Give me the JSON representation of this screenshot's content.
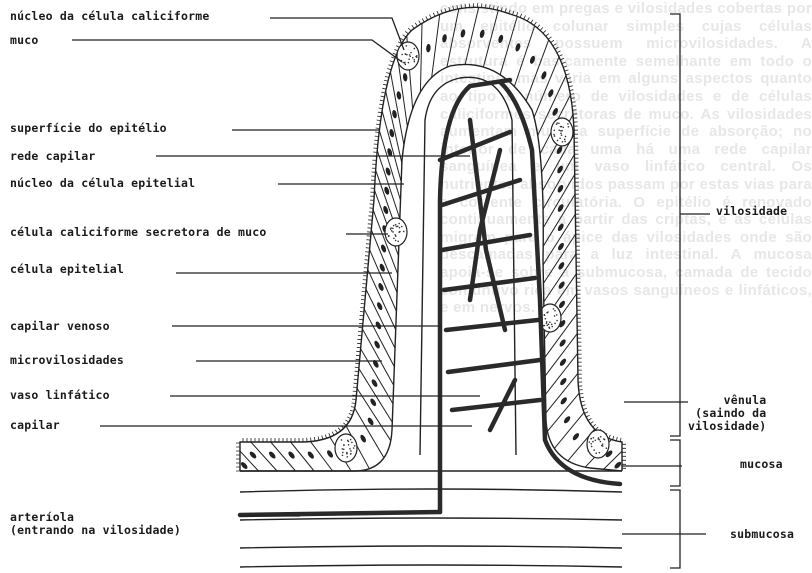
{
  "background_text": "consistindo em pregas e vilosidades cobertas por um epitélio colunar simples cujas células absorventes possuem microvilosidades. A estrutura é basicamente semelhante em todo o intestino, mas varia em alguns aspectos quanto ao tipo e número de vilosidades e de células caliciformes secretoras de muco. As vilosidades aumentam muito a superfície de absorção; no interior de cada uma há uma rede capilar sanguínea e um vaso linfático central. Os nutrientes absorvidos passam por estas vias para a corrente circulatória. O epitélio é renovado continuamente a partir das criptas, e as células migram para o ápice das vilosidades onde são descamadas para a luz intestinal. A mucosa apoia-se sobre a submucosa, camada de tecido conjuntivo rica em vasos sanguíneos e linfáticos, e em nervos.",
  "labels_left": [
    {
      "id": "nucleo-calice",
      "text": "núcleo da célula caliciforme"
    },
    {
      "id": "muco",
      "text": "muco"
    },
    {
      "id": "superficie",
      "text": "superfície do epitélio"
    },
    {
      "id": "rede-capilar",
      "text": "rede capilar"
    },
    {
      "id": "nucleo-epitelial",
      "text": "núcleo da célula epitelial"
    },
    {
      "id": "calice-secretora",
      "text": "célula caliciforme secretora de muco"
    },
    {
      "id": "celula-epitelial",
      "text": "célula epitelial"
    },
    {
      "id": "capilar-venoso",
      "text": "capilar venoso"
    },
    {
      "id": "microvilosidades",
      "text": "microvilosidades"
    },
    {
      "id": "vaso-linfatico",
      "text": "vaso linfático"
    },
    {
      "id": "capilar",
      "text": "capilar"
    },
    {
      "id": "arteriola",
      "text": "arteríola\n(entrando na vilosidade)"
    }
  ],
  "labels_right": [
    {
      "id": "vilosidade",
      "text": "vilosidade"
    },
    {
      "id": "venula",
      "text": "vênula\n(saindo da\nvilosidade)"
    },
    {
      "id": "mucosa",
      "text": "mucosa"
    },
    {
      "id": "submucosa",
      "text": "submucosa"
    }
  ]
}
